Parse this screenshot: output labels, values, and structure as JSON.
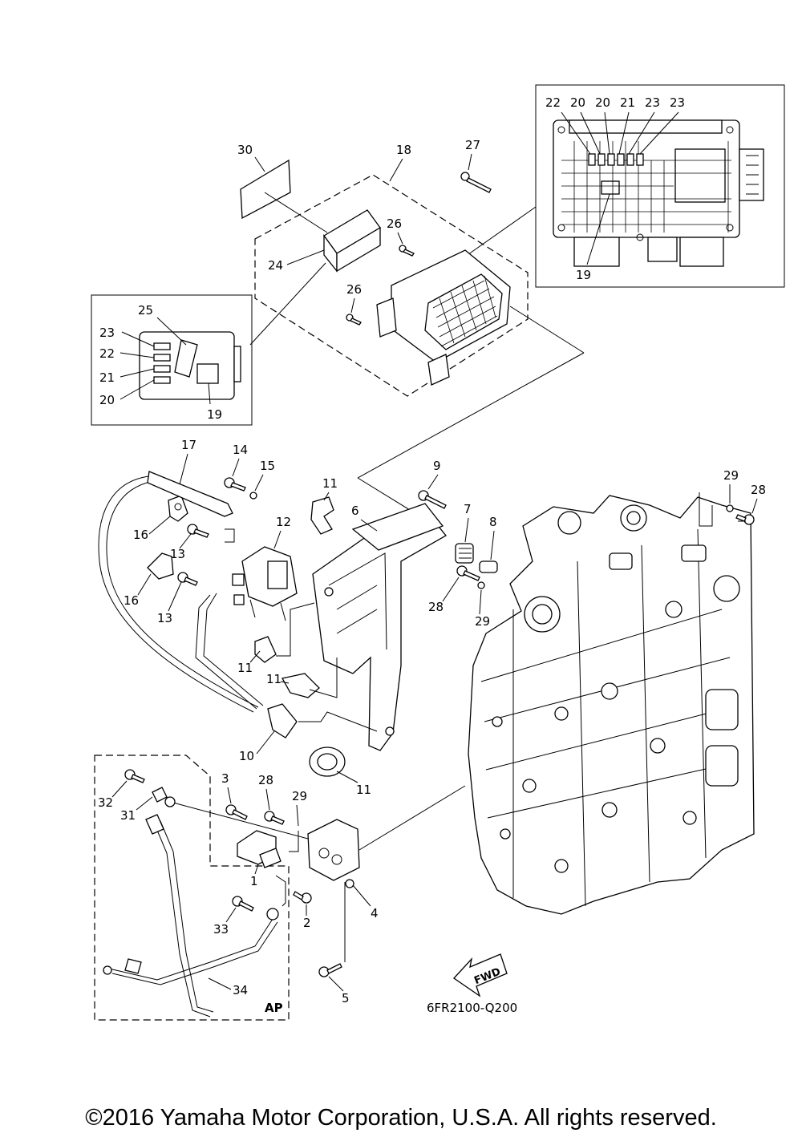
{
  "diagram": {
    "code": "6FR2100-Q200",
    "fwd_label": "FWD",
    "ap_label": "AP",
    "callouts": {
      "c1": "1",
      "c2": "2",
      "c3": "3",
      "c4": "4",
      "c5": "5",
      "c6": "6",
      "c7": "7",
      "c8": "8",
      "c9": "9",
      "c10": "10",
      "c11a": "11",
      "c11b": "11",
      "c11c": "11",
      "c11d": "11",
      "c12": "12",
      "c13a": "13",
      "c13b": "13",
      "c14": "14",
      "c15": "15",
      "c16a": "16",
      "c16b": "16",
      "c17": "17",
      "c18": "18",
      "c19a": "19",
      "c19b": "19",
      "c20a": "20",
      "c20b": "20",
      "c20c": "20",
      "c21a": "21",
      "c21b": "21",
      "c22a": "22",
      "c22b": "22",
      "c23a": "23",
      "c23b": "23",
      "c23c": "23",
      "c24": "24",
      "c25": "25",
      "c26a": "26",
      "c26b": "26",
      "c27": "27",
      "c28a": "28",
      "c28b": "28",
      "c28c": "28",
      "c29a": "29",
      "c29b": "29",
      "c29c": "29",
      "c30": "30",
      "c31": "31",
      "c32": "32",
      "c33": "33",
      "c34": "34"
    }
  },
  "footer": {
    "copyright": "©2016 Yamaha Motor Corporation, U.S.A. All rights reserved."
  }
}
